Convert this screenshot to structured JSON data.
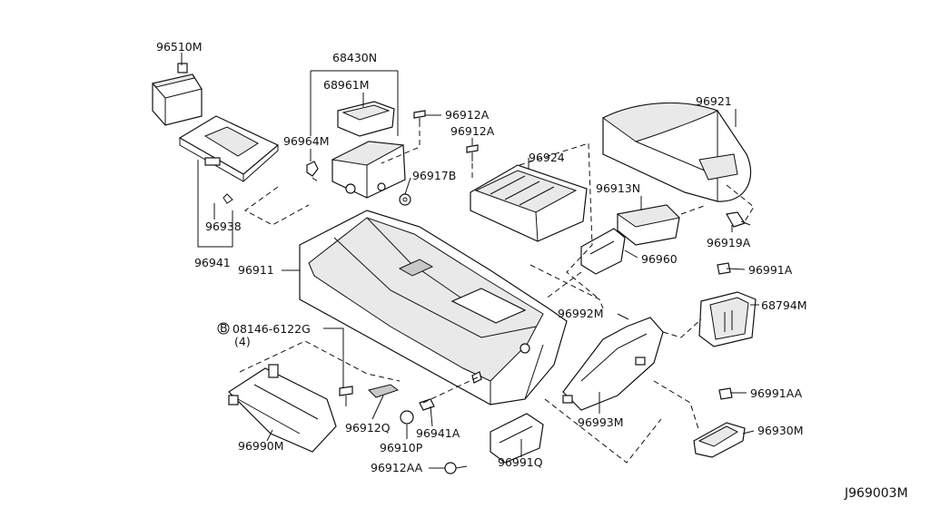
{
  "diagram_id": "J969003M",
  "labels": {
    "p96510M": "96510M",
    "p68430N": "68430N",
    "p68961M": "68961M",
    "p96912A_1": "96912A",
    "p96912A_2": "96912A",
    "p96921": "96921",
    "p96964M": "96964M",
    "p96917B": "96917B",
    "p96924": "96924",
    "p96913N": "96913N",
    "p96938": "96938",
    "p96941": "96941",
    "p96911": "96911",
    "p96919A": "96919A",
    "p96960": "96960",
    "p96991A": "96991A",
    "p68794M": "68794M",
    "p96992M": "96992M",
    "p08146": "08146-6122G",
    "p08146_qty": "(4)",
    "p08146_marker": "B",
    "p96991AA": "96991AA",
    "p96993M": "96993M",
    "p96912Q": "96912Q",
    "p96941A": "96941A",
    "p96930M": "96930M",
    "p96910P": "96910P",
    "p96990M": "96990M",
    "p96991Q": "96991Q",
    "p96912AA": "96912AA"
  }
}
